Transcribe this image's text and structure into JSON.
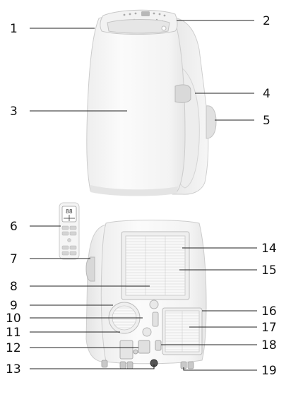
{
  "callouts": [
    {
      "id": "1",
      "label": "1"
    },
    {
      "id": "2",
      "label": "2"
    },
    {
      "id": "3",
      "label": "3"
    },
    {
      "id": "4",
      "label": "4"
    },
    {
      "id": "5",
      "label": "5"
    },
    {
      "id": "6",
      "label": "6"
    },
    {
      "id": "7",
      "label": "7"
    },
    {
      "id": "8",
      "label": "8"
    },
    {
      "id": "9",
      "label": "9"
    },
    {
      "id": "10",
      "label": "10"
    },
    {
      "id": "11",
      "label": "11"
    },
    {
      "id": "12",
      "label": "12"
    },
    {
      "id": "13",
      "label": "13"
    },
    {
      "id": "14",
      "label": "14"
    },
    {
      "id": "15",
      "label": "15"
    },
    {
      "id": "16",
      "label": "16"
    },
    {
      "id": "17",
      "label": "17"
    },
    {
      "id": "18",
      "label": "18"
    },
    {
      "id": "19",
      "label": "19"
    }
  ],
  "remote": {
    "display_reading": "88"
  },
  "colors": {
    "body": "#f4f4f4",
    "outline": "#c9c9c9",
    "shadow": "#e2e2e2",
    "grille": "#d8d8d8",
    "text": "#111111"
  }
}
